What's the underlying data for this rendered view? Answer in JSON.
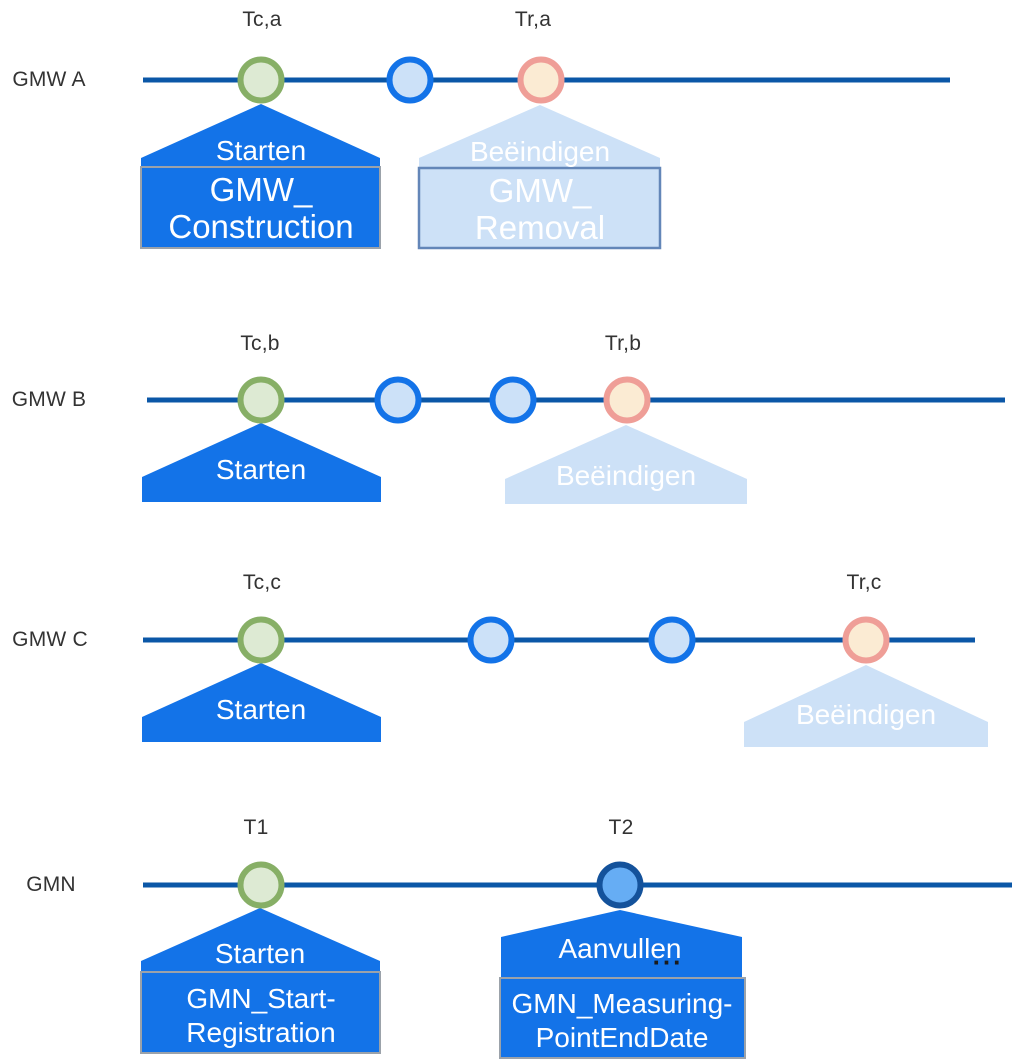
{
  "colors": {
    "timeline": "#0B57A7",
    "accent_blue": "#1373E8",
    "light_fill": "#CDE1F7",
    "lightblue_circle_fill": "#CCE1F8",
    "light_box_border": "#6386B8",
    "dark_box_border": "#9BA2AA",
    "green_stroke": "#87AF66",
    "green_fill": "#DDEAD3",
    "salmon_stroke": "#EF9E97",
    "salmon_fill": "#FBEBD3",
    "navy_stroke": "#14529B",
    "navy_fill": "#66ADF4",
    "label_text": "#333333",
    "callout_text": "#FFFFFF"
  },
  "rows": [
    {
      "label": "GMW A",
      "events": [
        {
          "marker": "green",
          "label": "Tc,a"
        },
        {
          "marker": "blue",
          "label": ""
        },
        {
          "marker": "salmon",
          "label": "Tr,a"
        }
      ],
      "callouts": [
        {
          "title": "Starten",
          "box": "GMW_\nConstruction",
          "style": "active"
        },
        {
          "title": "Beëindigen",
          "box": "GMW_\nRemoval",
          "style": "inactive"
        }
      ]
    },
    {
      "label": "GMW B",
      "events": [
        {
          "marker": "green",
          "label": "Tc,b"
        },
        {
          "marker": "blue",
          "label": ""
        },
        {
          "marker": "blue",
          "label": ""
        },
        {
          "marker": "salmon",
          "label": "Tr,b"
        }
      ],
      "callouts": [
        {
          "title": "Starten",
          "style": "active"
        },
        {
          "title": "Beëindigen",
          "style": "inactive"
        }
      ]
    },
    {
      "label": "GMW C",
      "events": [
        {
          "marker": "green",
          "label": "Tc,c"
        },
        {
          "marker": "blue",
          "label": ""
        },
        {
          "marker": "blue",
          "label": ""
        },
        {
          "marker": "salmon",
          "label": "Tr,c"
        }
      ],
      "callouts": [
        {
          "title": "Starten",
          "style": "active"
        },
        {
          "title": "Beëindigen",
          "style": "inactive"
        }
      ]
    },
    {
      "label": "GMN",
      "events": [
        {
          "marker": "green",
          "label": "T1"
        },
        {
          "marker": "navy",
          "label": "T2"
        }
      ],
      "callouts": [
        {
          "title": "Starten",
          "box": "GMN_Start-\nRegistration",
          "style": "active"
        },
        {
          "title": "Aanvullen",
          "ellipsis": "...",
          "box": "GMN_Measuring-\nPointEndDate",
          "style": "active"
        }
      ]
    }
  ]
}
